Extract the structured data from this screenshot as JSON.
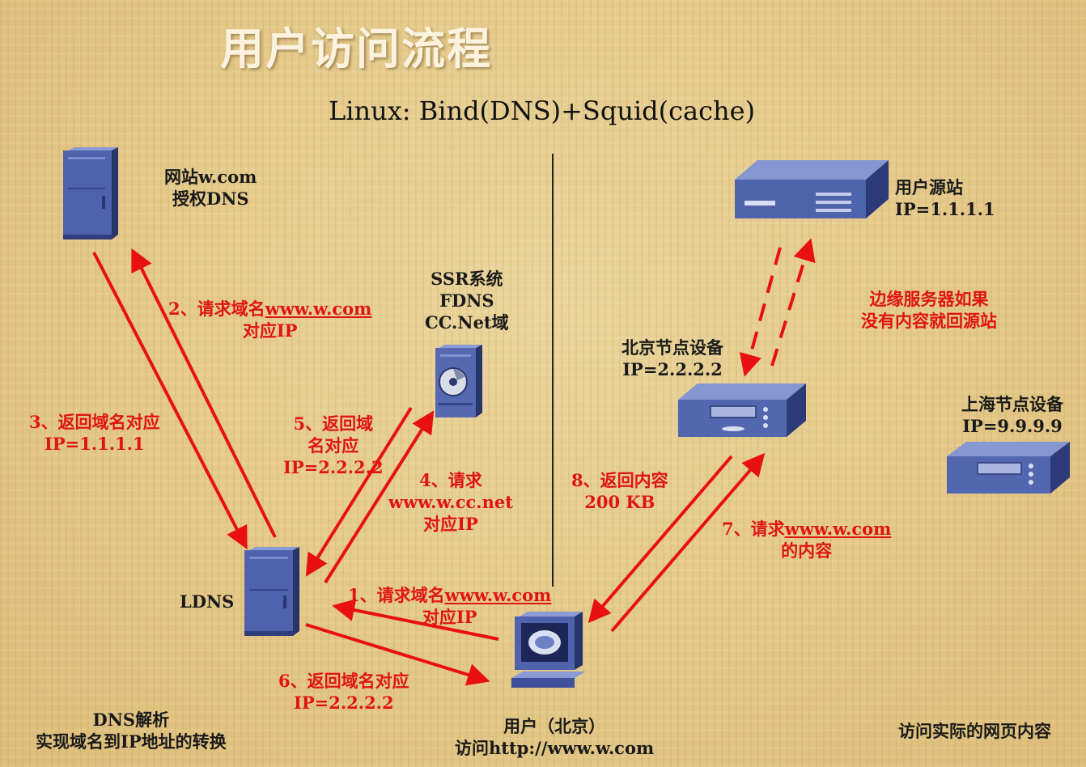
{
  "title": "用户访问流程",
  "subtitle": "Linux:  Bind(DNS)+Squid(cache)",
  "nodes": {
    "auth_dns": {
      "line1": "网站w.com",
      "line2": "授权DNS"
    },
    "ssr": {
      "line1": "SSR系统",
      "line2": "FDNS",
      "line3": "CC.Net域"
    },
    "ldns": {
      "label": "LDNS"
    },
    "origin": {
      "line1": "用户源站",
      "line2": "IP=1.1.1.1"
    },
    "beijing": {
      "line1": "北京节点设备",
      "line2": "IP=2.2.2.2"
    },
    "shanghai": {
      "line1": "上海节点设备",
      "line2": "IP=9.9.9.9"
    },
    "user": {
      "line1": "用户（北京）",
      "line2": "访问http://www.w.com"
    }
  },
  "steps": {
    "s1": {
      "prefix": "1、请求域名",
      "domain": "www.w.com",
      "line2": "对应IP"
    },
    "s2": {
      "prefix": "2、请求域名",
      "domain": "www.w.com",
      "line2": "对应IP"
    },
    "s3": {
      "line1": "3、返回域名对应",
      "line2": "IP=1.1.1.1"
    },
    "s4": {
      "line1": "4、请求",
      "line2": "www.w.cc.net",
      "line3": "对应IP"
    },
    "s5": {
      "line1": "5、返回域",
      "line2": "名对应",
      "line3": "IP=2.2.2.2"
    },
    "s6": {
      "line1": "6、返回域名对应",
      "line2": "IP=2.2.2.2"
    },
    "s7": {
      "prefix": "7、请求",
      "domain": "www.w.com",
      "line2": "的内容"
    },
    "s8": {
      "line1": "8、返回内容",
      "line2": "200 KB"
    }
  },
  "notes": {
    "edge": {
      "line1": "边缘服务器如果",
      "line2": "没有内容就回源站"
    },
    "dns": {
      "line1": "DNS解析",
      "line2": "实现域名到IP地址的转换"
    },
    "visit": "访问实际的网页内容"
  },
  "colors": {
    "arrow": "#e81010",
    "device": "#3d4f8f",
    "title": "#fbf3df"
  }
}
